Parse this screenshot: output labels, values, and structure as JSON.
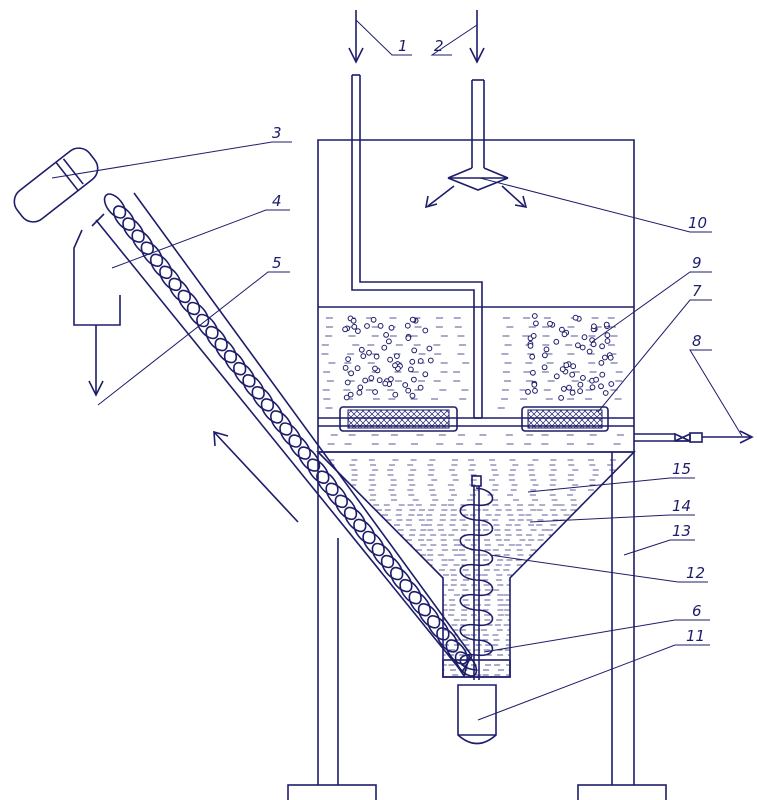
{
  "diagram": {
    "labels": [
      "1",
      "2",
      "3",
      "4",
      "5",
      "6",
      "7",
      "8",
      "9",
      "10",
      "11",
      "12",
      "13",
      "14",
      "15"
    ],
    "colors": {
      "line": "#1d1d6b",
      "background": "#ffffff"
    }
  }
}
